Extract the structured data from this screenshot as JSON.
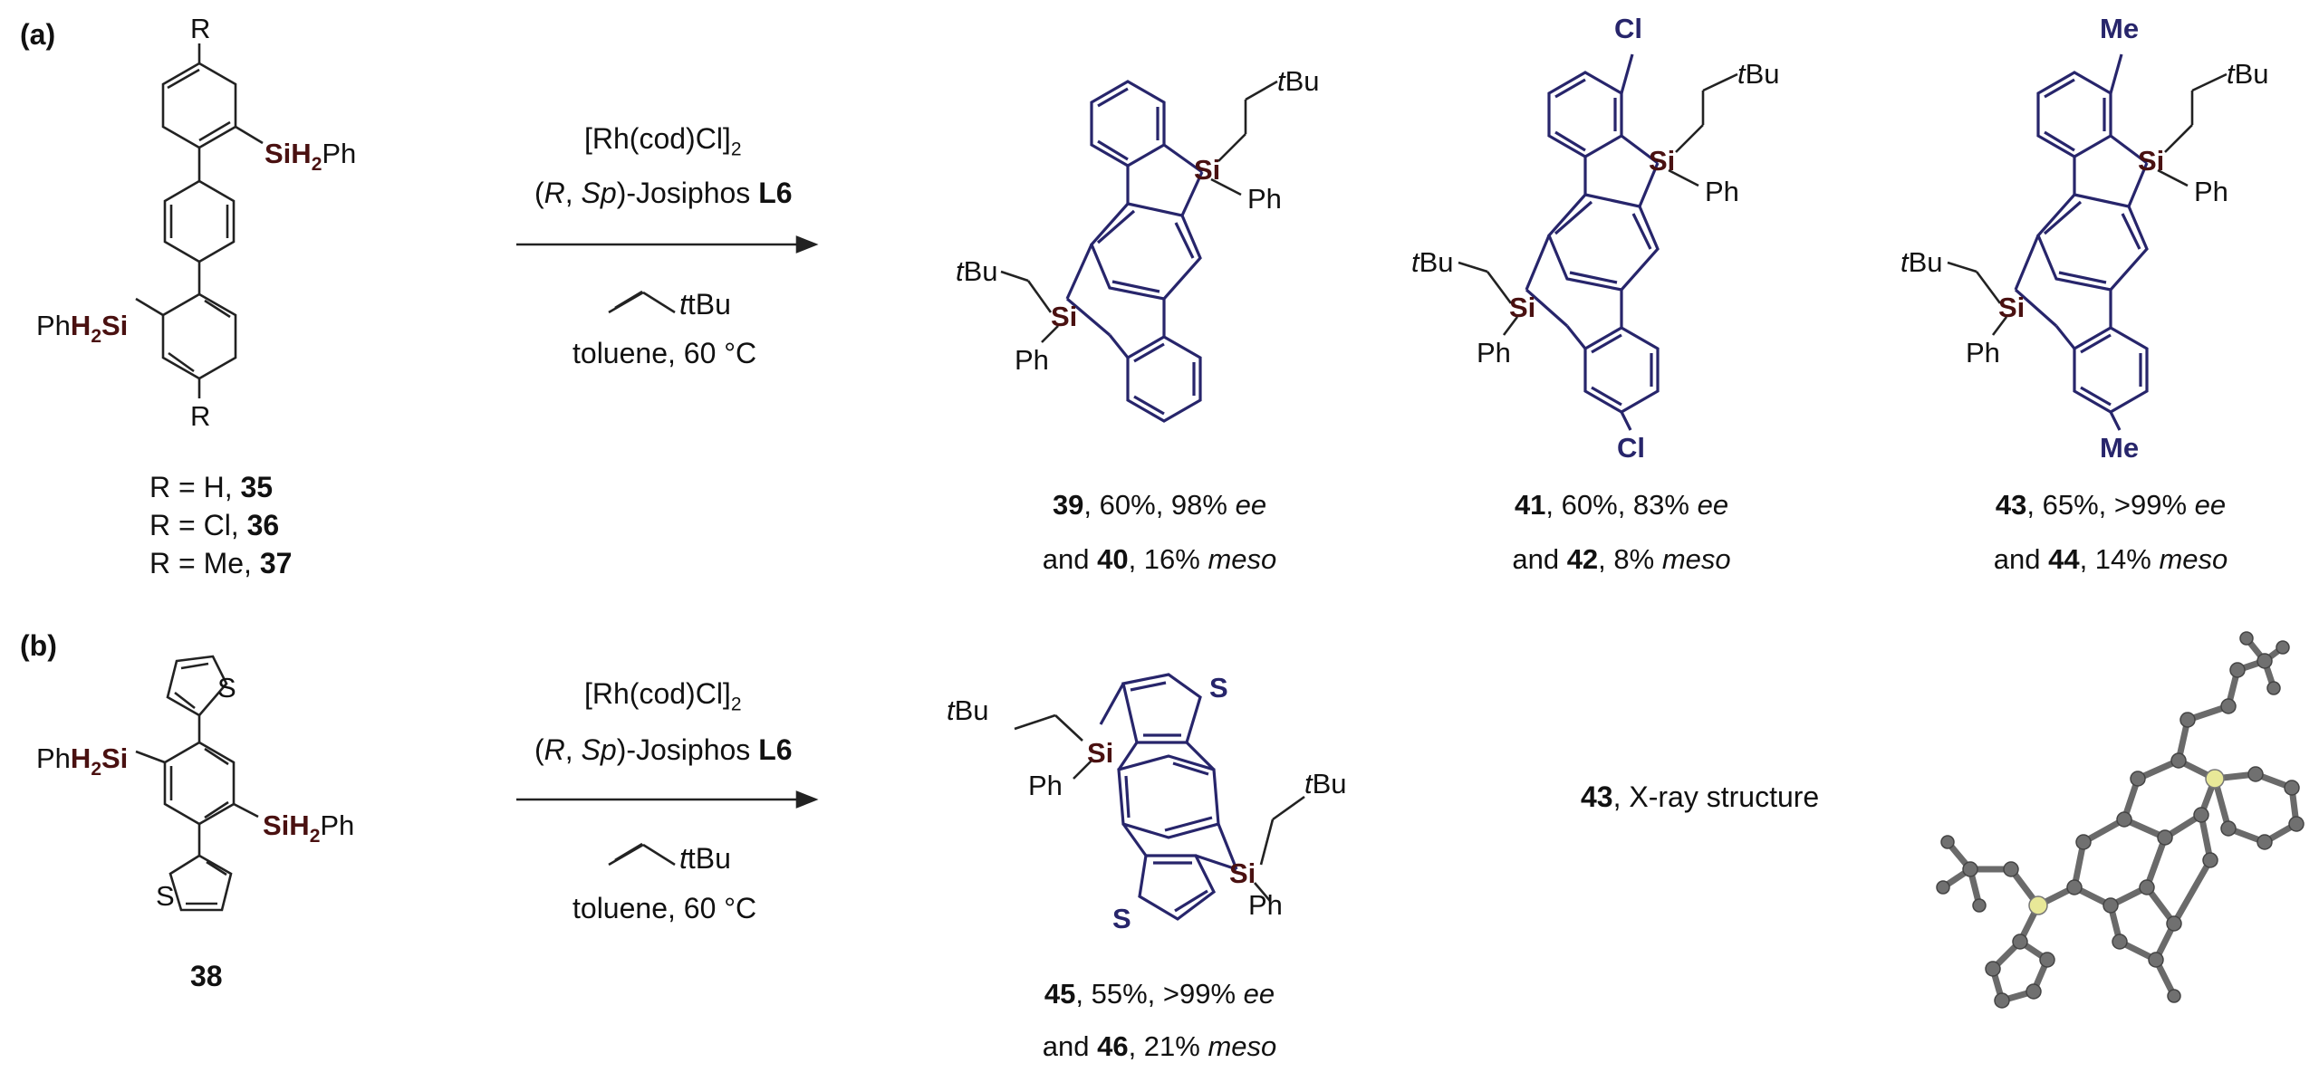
{
  "panels": {
    "a": "(a)",
    "b": "(b)"
  },
  "reagents": {
    "catalyst_a": "[Rh(cod)Cl]",
    "catalyst_b": "[Rh(cod)Cl]",
    "catalyst_sub": "2",
    "ligand_prefix": "(",
    "ligand_r": "R",
    "ligand_sep": ", ",
    "ligand_sp": "Sp",
    "ligand_text": ")-Josiphos ",
    "ligand_code": "L6",
    "alkene_label": "tBu",
    "conditions": "toluene, 60 °C"
  },
  "substrates": {
    "r_list": [
      {
        "text": "R = H, ",
        "num": "35"
      },
      {
        "text": "R = Cl, ",
        "num": "36"
      },
      {
        "text": "R = Me, ",
        "num": "37"
      }
    ],
    "thiophene": "38"
  },
  "atom_labels": {
    "sih2ph": "SiH2Ph",
    "ph_h2si": "PhH2Si",
    "r": "R",
    "si": "Si",
    "ph": "Ph",
    "tbu": "tBu",
    "cl": "Cl",
    "me": "Me",
    "s": "S"
  },
  "products": [
    {
      "num": "39",
      "yield": ", 60%, 98% ",
      "ee": "ee",
      "and": "and ",
      "meso_num": "40",
      "meso_yield": ", 16% ",
      "meso": "meso"
    },
    {
      "num": "41",
      "yield": ", 60%, 83% ",
      "ee": "ee",
      "and": "and ",
      "meso_num": "42",
      "meso_yield": ", 8% ",
      "meso": "meso"
    },
    {
      "num": "43",
      "yield": ", 65%, >99% ",
      "ee": "ee",
      "and": "and ",
      "meso_num": "44",
      "meso_yield": ", 14% ",
      "meso": "meso"
    },
    {
      "num": "45",
      "yield": ", 55%, >99% ",
      "ee": "ee",
      "and": "and ",
      "meso_num": "46",
      "meso_yield": ", 21% ",
      "meso": "meso"
    }
  ],
  "xray": {
    "num": "43",
    "text": ", X-ray structure"
  },
  "colors": {
    "product": "#27256b",
    "silicon": "#4a1111",
    "xray_si": "#e8e898"
  }
}
